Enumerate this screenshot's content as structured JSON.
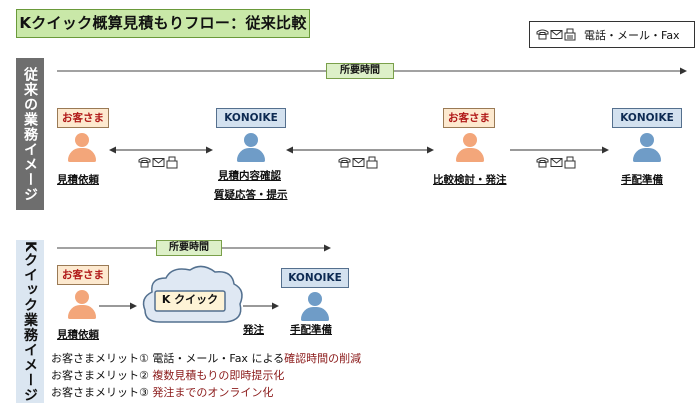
{
  "title": "Kクイック概算見積もりフロー：従来比較",
  "legend": {
    "text": "電話・メール・Fax",
    "icons": [
      "phone-icon",
      "mail-icon",
      "fax-icon"
    ]
  },
  "traditional": {
    "label": "従来の業務イメージ",
    "time_label": "所要時間",
    "nodes": [
      {
        "tag": "お客さま",
        "role": "customer",
        "captions": [
          "見積依頼"
        ]
      },
      {
        "tag": "KONOIKE",
        "role": "konoike",
        "captions": [
          "見積内容確認",
          "質疑応答・提示"
        ]
      },
      {
        "tag": "お客さま",
        "role": "customer",
        "captions": [
          "比較検討・発注"
        ]
      },
      {
        "tag": "KONOIKE",
        "role": "konoike",
        "captions": [
          "手配準備"
        ]
      }
    ]
  },
  "kquick": {
    "label": "Kクイック業務イメージ",
    "time_label": "所要時間",
    "customer": {
      "tag": "お客さま",
      "caption": "見積依頼"
    },
    "system": "K クイック",
    "order_label": "発注",
    "konoike": {
      "tag": "KONOIKE",
      "caption": "手配準備"
    },
    "merits": [
      {
        "prefix": "お客さまメリット①",
        "plain": "電話・メール・Fax による",
        "highlight": "確認時間の削減"
      },
      {
        "prefix": "お客さまメリット②",
        "plain": "",
        "highlight": "複数見積もりの即時提示化"
      },
      {
        "prefix": "お客さまメリット③",
        "plain": "",
        "highlight": "発注までのオンライン化"
      }
    ]
  },
  "colors": {
    "customer_tag": "#fde9cf",
    "konoike_tag": "#d3e1ef",
    "title_bg": "#c9e8a8",
    "time_bar": "#ddf0c8",
    "highlight": "#8b1a1a"
  }
}
